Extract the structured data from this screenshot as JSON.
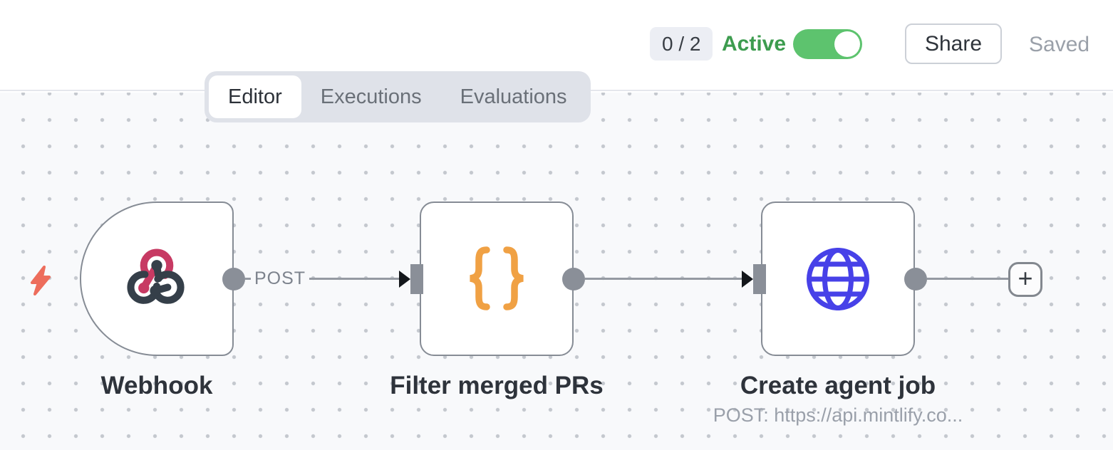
{
  "header": {
    "issue_counter": "0 / 2",
    "active_label": "Active",
    "active_state": "on",
    "share_label": "Share",
    "save_status": "Saved"
  },
  "tabs": {
    "items": [
      {
        "label": "Editor",
        "active": true
      },
      {
        "label": "Executions",
        "active": false
      },
      {
        "label": "Evaluations",
        "active": false
      }
    ]
  },
  "workflow": {
    "nodes": [
      {
        "name": "Webhook",
        "type": "webhook-trigger",
        "icon": "webhook-icon",
        "output_label": "POST"
      },
      {
        "name": "Filter merged PRs",
        "type": "data-transform",
        "icon": "curly-braces-icon"
      },
      {
        "name": "Create agent job",
        "type": "http-request",
        "icon": "globe-icon",
        "subtitle": "POST: https://api.mintlify.co..."
      }
    ],
    "add_node_label": "+",
    "trigger_indicator": "lightning-icon"
  },
  "colors": {
    "active_green": "#3d9c4f",
    "toggle_green": "#5dc36e",
    "webhook_pink": "#c73a63",
    "webhook_slate": "#353f49",
    "braces_orange": "#f0a144",
    "globe_blue": "#4741e8",
    "lightning_coral": "#ed6d5c",
    "connector_gray": "#8a8f98"
  }
}
